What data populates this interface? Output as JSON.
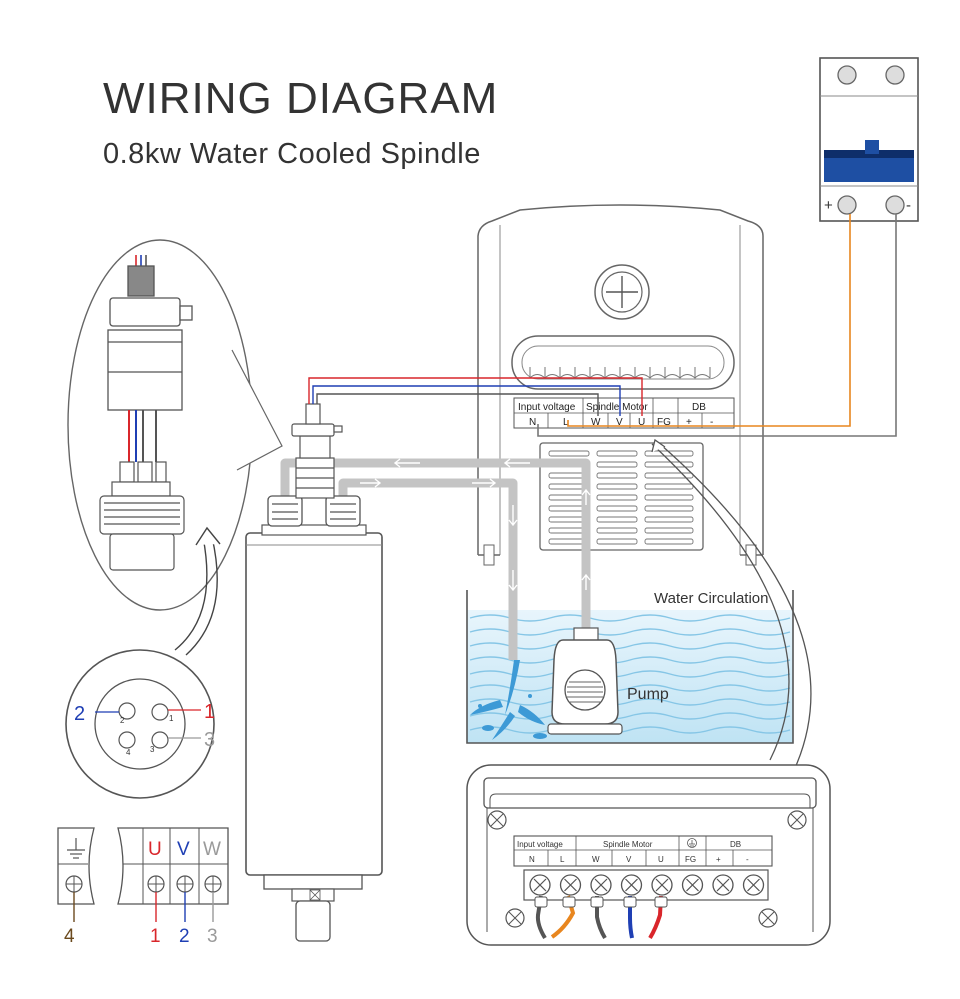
{
  "header": {
    "title": "WIRING DIAGRAM",
    "subtitle": "0.8kw Water Cooled Spindle"
  },
  "breaker": {
    "plus_label": "+",
    "minus_label": "-"
  },
  "inverter": {
    "input_voltage_label": "Input voltage",
    "spindle_motor_label": "Spindle Motor",
    "db_label": "DB",
    "terminals": [
      "N",
      "L",
      "W",
      "V",
      "U",
      "FG",
      "+",
      "-"
    ]
  },
  "detail_terminal": {
    "input_voltage_label": "Input voltage",
    "spindle_motor_label": "Spindle Motor",
    "db_label": "DB",
    "terminals": [
      "N",
      "L",
      "W",
      "V",
      "U",
      "FG",
      "+",
      "-"
    ]
  },
  "water": {
    "circulation_label": "Water Circulation",
    "pump_label": "Pump"
  },
  "connector_pins": {
    "pin1": "1",
    "pin2": "2",
    "pin3": "3",
    "small1": "1",
    "small2": "2",
    "small3": "3",
    "small4": "4"
  },
  "motor_terminals": {
    "u": "U",
    "v": "V",
    "w": "W",
    "n1": "1",
    "n2": "2",
    "n3": "3",
    "n4": "4"
  },
  "colors": {
    "red": "#d9262b",
    "blue": "#1f3fb4",
    "gray": "#9a9a9a",
    "brown": "#6b4a1e",
    "orange": "#e8861f",
    "breaker_blue": "#1e4fa3",
    "pipe": "#c4c4c4",
    "water": "#7fc3e4"
  }
}
